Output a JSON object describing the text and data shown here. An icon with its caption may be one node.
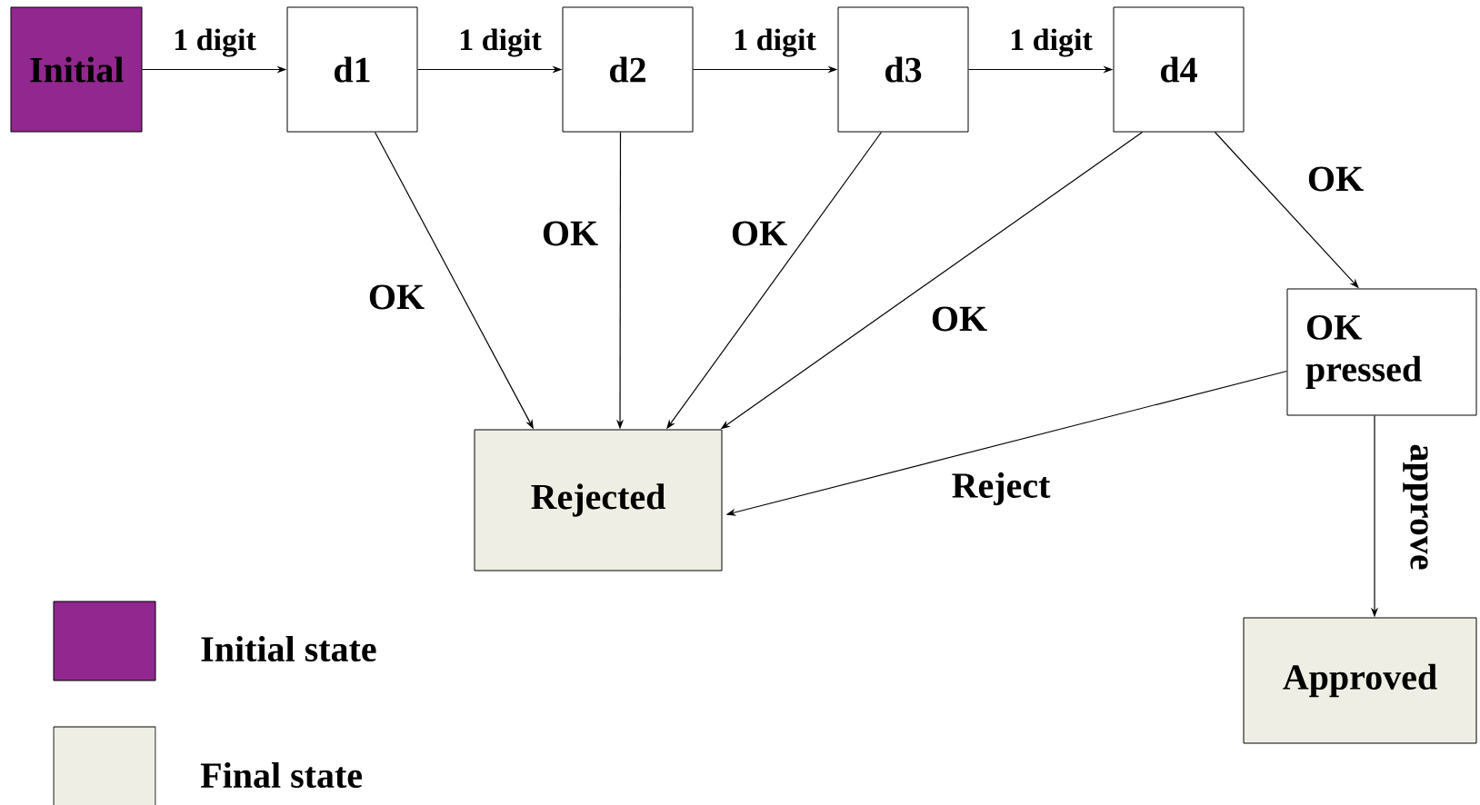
{
  "diagram": {
    "nodes": [
      {
        "text": [
          "Initial"
        ]
      },
      {
        "text": [
          "d1"
        ]
      },
      {
        "text": [
          "d2"
        ]
      },
      {
        "text": [
          "d3"
        ]
      },
      {
        "text": [
          "d4"
        ]
      },
      {
        "text": [
          "OK pressed"
        ]
      },
      {
        "text": [
          "Rejected"
        ]
      },
      {
        "text": [
          "Approved"
        ]
      }
    ],
    "edges": [
      {
        "from": 0,
        "to": 1,
        "arrow": "to",
        "label": "1 digit"
      },
      {
        "from": 1,
        "to": 2,
        "arrow": "to",
        "label": "1 digit"
      },
      {
        "from": 2,
        "to": 3,
        "arrow": "to",
        "label": "1 digit"
      },
      {
        "from": 3,
        "to": 4,
        "arrow": "to",
        "label": "1 digit"
      },
      {
        "from": 1,
        "to": 6,
        "arrow": "to",
        "label": "OK"
      },
      {
        "from": 2,
        "to": 6,
        "arrow": "to",
        "label": "OK"
      },
      {
        "from": 3,
        "to": 6,
        "arrow": "to",
        "label": "OK"
      },
      {
        "from": 4,
        "to": 6,
        "arrow": "to",
        "label": "OK"
      },
      {
        "from": 4,
        "to": 5,
        "arrow": "to",
        "label": "OK"
      },
      {
        "from": 5,
        "to": 6,
        "arrow": "to",
        "label": "Reject"
      },
      {
        "from": 5,
        "to": 7,
        "arrow": "to",
        "label": "approve"
      }
    ],
    "legend": [
      {
        "text": "Initial state",
        "color": "#92278f"
      },
      {
        "text": "Final state",
        "color": "#eeeee4"
      }
    ]
  }
}
